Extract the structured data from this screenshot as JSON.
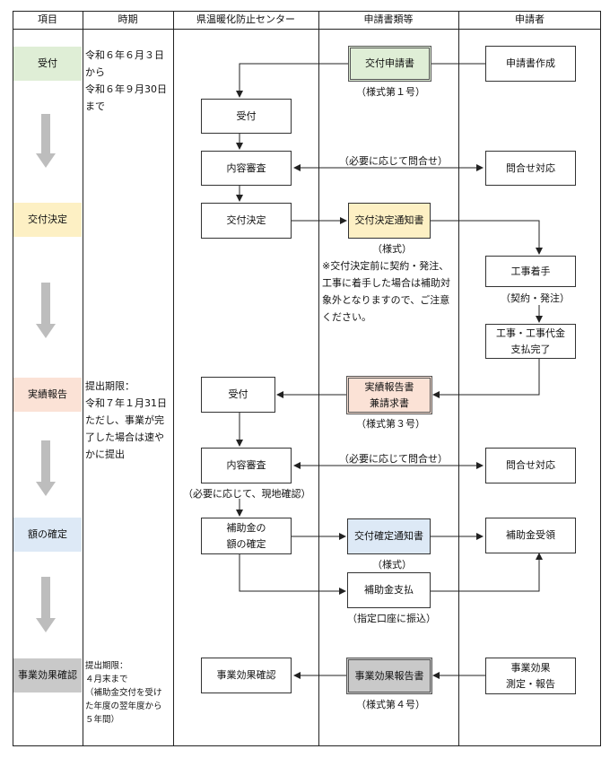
{
  "headers": {
    "item": "項目",
    "period": "時期",
    "center": "県温暖化防止センター",
    "docs": "申請書類等",
    "applicant": "申請者"
  },
  "stages": {
    "receipt": "受付",
    "decision": "交付決定",
    "report": "実績報告",
    "confirm": "額の確定",
    "effect": "事業効果確認"
  },
  "colors": {
    "receipt": "#dfeed6",
    "decision": "#fdf0c4",
    "report": "#fbe2d6",
    "confirm": "#dde9f6",
    "effect": "#c9c9c9",
    "arrow": "#bdbdbd"
  },
  "periods": {
    "receipt": [
      "令和６年６月３日",
      "から",
      "令和６年９月30日",
      "まで"
    ],
    "report": [
      "提出期限：",
      "令和７年１月31日",
      "ただし、事業が完",
      "了した場合は速や",
      "かに提出"
    ],
    "effect": [
      "提出期限：",
      "４月末まで",
      "（補助金交付を受け",
      "た年度の翌年度から",
      "５年間）"
    ]
  },
  "center": {
    "receipt1": "受付",
    "review1": "内容審査",
    "decision": "交付決定",
    "receipt2": "受付",
    "review2": "内容審査",
    "review2_note": "（必要に応じて、現地確認）",
    "confirm_l1": "補助金の",
    "confirm_l2": "額の確定",
    "effect_check": "事業効果確認"
  },
  "docs": {
    "application": "交付申請書",
    "application_form": "（様式第１号）",
    "inquiry1": "（必要に応じて問合せ）",
    "decision_notice": "交付決定通知書",
    "decision_form": "（様式）",
    "caution": [
      "※交付決定前に契約・発注、",
      "工事に着手した場合は補助対",
      "象外となりますので、ご注意",
      "ください。"
    ],
    "report_l1": "実績報告書",
    "report_l2": "兼請求書",
    "report_form": "（様式第３号）",
    "inquiry2": "（必要に応じて問合せ）",
    "confirm_notice": "交付確定通知書",
    "confirm_form": "（様式）",
    "payment": "補助金支払",
    "payment_note": "（指定口座に振込）",
    "effect_report": "事業効果報告書",
    "effect_form": "（様式第４号）"
  },
  "applicant": {
    "create": "申請書作成",
    "inquiry_resp1": "問合せ対応",
    "construction_start": "工事着手",
    "construction_note": "（契約・発注）",
    "complete_l1": "工事・工事代金",
    "complete_l2": "支払完了",
    "inquiry_resp2": "問合せ対応",
    "receive": "補助金受領",
    "measure_l1": "事業効果",
    "measure_l2": "測定・報告"
  }
}
